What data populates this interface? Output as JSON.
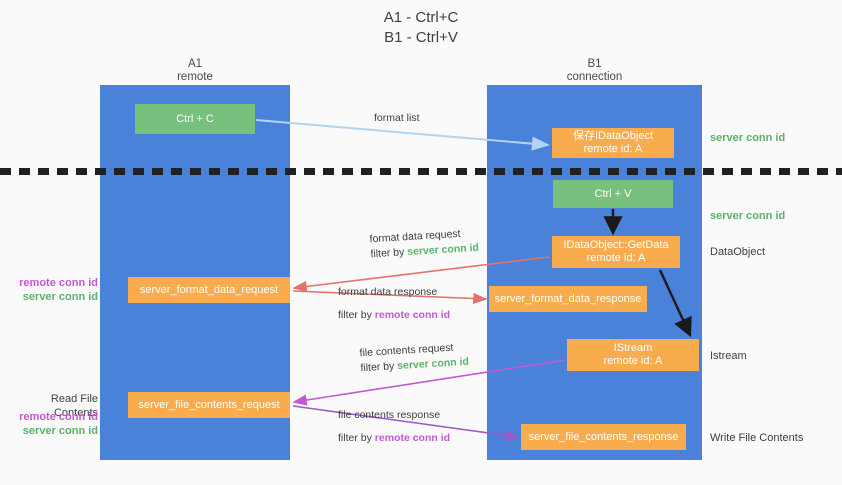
{
  "title": "A1 - Ctrl+C\nB1 - Ctrl+V",
  "lanes": {
    "a1": {
      "name": "A1",
      "role": "remote",
      "header": "A1\nremote"
    },
    "b1": {
      "name": "B1",
      "role": "connection",
      "header": "B1\nconnection"
    }
  },
  "boxes": {
    "ctrl_c": "Ctrl + C",
    "ctrl_v": "Ctrl + V",
    "save_idataobject": "保存IDataObject\nremote id: A",
    "idataobject_getdata": "IDataObject::GetData\nremote id: A",
    "istream": "IStream\nremote id: A",
    "server_format_data_request": "server_format_data_request",
    "server_format_data_response": "server_format_data_response",
    "server_file_contents_request": "server_file_contents_request",
    "server_file_contents_response": "server_file_contents_response"
  },
  "edge_captions": {
    "format_list": "format list",
    "format_data_request": "format data request",
    "format_data_request_filter_prefix": "filter by ",
    "format_data_request_filter_value": "server conn id",
    "format_data_response": "format data response",
    "format_data_response_filter_prefix": "filter by ",
    "format_data_response_filter_value": "remote conn id",
    "file_contents_request": "file contents request",
    "file_contents_request_filter_prefix": "filter by ",
    "file_contents_request_filter_value": "server conn id",
    "file_contents_response": "file contents response",
    "file_contents_response_filter_prefix": "filter by ",
    "file_contents_response_filter_value": "remote conn id"
  },
  "side_labels": {
    "server_conn_id_top": "server conn id",
    "server_conn_id_mid": "server conn id",
    "dataobject": "DataObject",
    "istream": "Istream",
    "write_file_contents": "Write File Contents",
    "read_file_contents": "Read File Contents",
    "remote_conn_id_1": "remote conn id",
    "server_conn_id_1": "server conn id",
    "remote_conn_id_2": "remote conn id",
    "server_conn_id_2": "server conn id"
  },
  "colors": {
    "lane_blue": "#4a81d9",
    "box_green": "#78c07e",
    "box_orange": "#f9ac4e",
    "conn_green": "#5bb16a",
    "conn_purple": "#c457d4",
    "arrow_light_blue": "#b3d4f0",
    "arrow_red": "#e8706a",
    "arrow_magenta": "#c457d4",
    "arrow_purple": "#9b59c9",
    "arrow_black": "#1a1a1a",
    "background": "#fafafa"
  }
}
